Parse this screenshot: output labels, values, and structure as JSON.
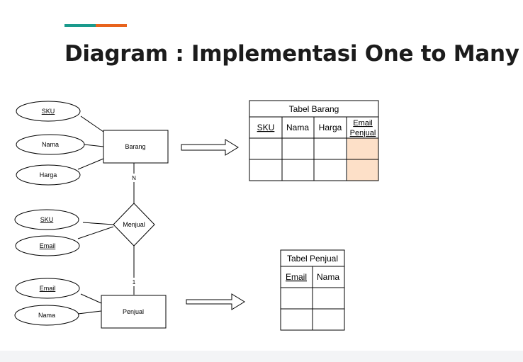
{
  "slide": {
    "title": "Diagram : Implementasi One to Many",
    "accent_colors": [
      "#1a9a8c",
      "#e8631c"
    ]
  },
  "erd": {
    "entities": {
      "barang": "Barang",
      "penjual": "Penjual"
    },
    "relationship": "Menjual",
    "cardinality": {
      "barang_side": "N",
      "penjual_side": "1"
    },
    "attributes": {
      "barang": [
        {
          "label": "SKU",
          "key": true
        },
        {
          "label": "Nama",
          "key": false
        },
        {
          "label": "Harga",
          "key": false
        }
      ],
      "menjual": [
        {
          "label": "SKU",
          "key": true
        },
        {
          "label": "Email",
          "key": true
        }
      ],
      "penjual": [
        {
          "label": "Email",
          "key": true
        },
        {
          "label": "Nama",
          "key": false
        }
      ]
    }
  },
  "tables": {
    "barang": {
      "title": "Tabel Barang",
      "columns": [
        {
          "label": "SKU",
          "key": true
        },
        {
          "label": "Nama",
          "key": false
        },
        {
          "label": "Harga",
          "key": false
        },
        {
          "label_lines": [
            "Email",
            "Penjual"
          ],
          "key": true,
          "foreign": true
        }
      ],
      "empty_rows": 2,
      "foreign_key_fill": "#fde0c8"
    },
    "penjual": {
      "title": "Tabel Penjual",
      "columns": [
        {
          "label": "Email",
          "key": true
        },
        {
          "label": "Nama",
          "key": false
        }
      ],
      "empty_rows": 2
    }
  }
}
